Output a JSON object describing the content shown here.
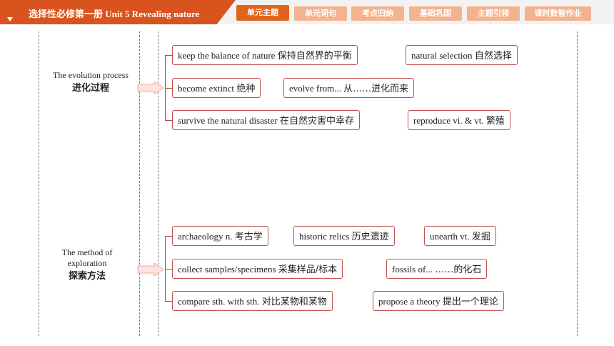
{
  "header": {
    "title": "选择性必修第一册 Unit 5 Revealing nature",
    "tabs": [
      {
        "label": "单元主题",
        "active": true
      },
      {
        "label": "单元词句",
        "active": false
      },
      {
        "label": "考点归纳",
        "active": false
      },
      {
        "label": "基础巩固",
        "active": false
      },
      {
        "label": "主题引领",
        "active": false
      },
      {
        "label": "课时数智作业",
        "active": false
      }
    ]
  },
  "sections": [
    {
      "category_en": "The evolution process",
      "category_zh": "进化过程",
      "rows": [
        [
          {
            "en": "keep the balance of nature",
            "zh": "保持自然界的平衡"
          },
          {
            "en": "natural selection",
            "zh": "自然选择"
          }
        ],
        [
          {
            "en": "become extinct",
            "zh": "绝种"
          },
          {
            "en": "evolve from...",
            "zh": "从……进化而来"
          }
        ],
        [
          {
            "en": "survive the natural disaster",
            "zh": "在自然灾害中幸存"
          },
          {
            "en": "reproduce vi. & vt.",
            "zh": "繁殖"
          }
        ]
      ]
    },
    {
      "category_en": "The method of exploration",
      "category_zh": "探索方法",
      "rows": [
        [
          {
            "en": "archaeology n.",
            "zh": "考古学"
          },
          {
            "en": "historic relics",
            "zh": "历史遗迹"
          },
          {
            "en": "unearth vt.",
            "zh": "发掘"
          }
        ],
        [
          {
            "en": "collect samples/specimens",
            "zh": "采集样品/标本"
          },
          {
            "en": "fossils of...",
            "zh": "……的化石"
          }
        ],
        [
          {
            "en": "compare sth. with sth.",
            "zh": "对比某物和某物"
          },
          {
            "en": "propose a theory",
            "zh": "提出一个理论"
          }
        ]
      ]
    }
  ],
  "colors": {
    "brand": "#d9531e",
    "tab_active": "#e0641e",
    "tab_inactive": "#f3b38f",
    "box_border": "#c0504d",
    "arrow": "#f4b9b0"
  }
}
